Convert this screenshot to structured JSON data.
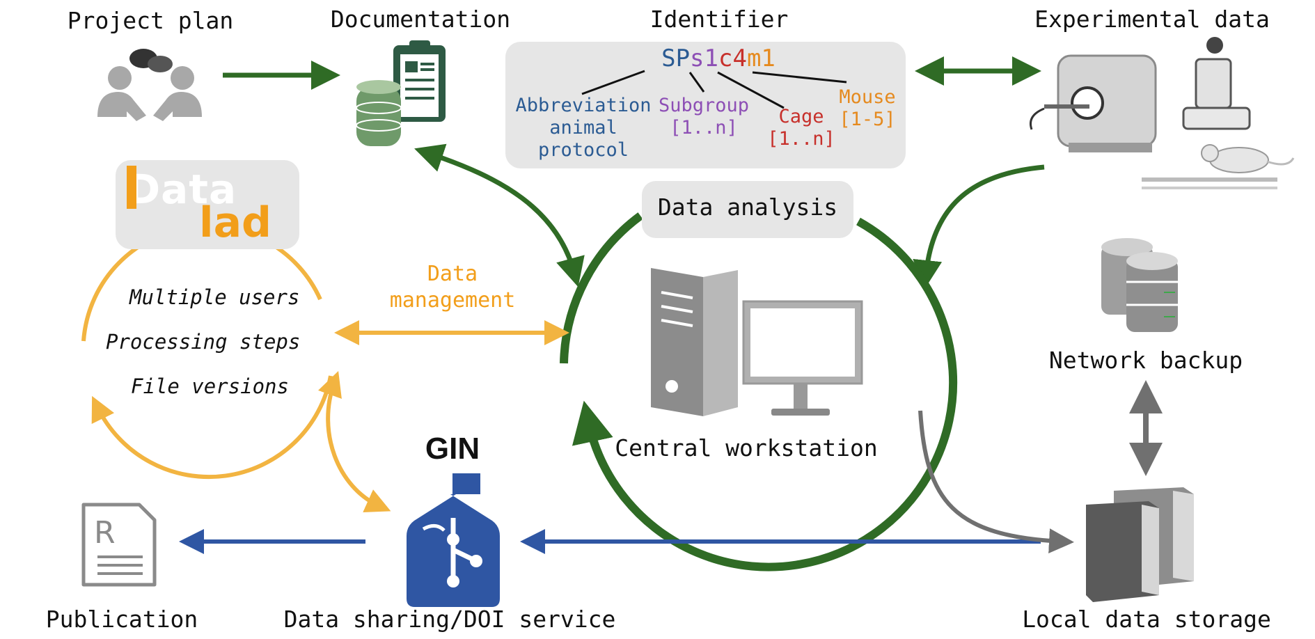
{
  "labels": {
    "project_plan": "Project plan",
    "documentation": "Documentation",
    "identifier": "Identifier",
    "experimental_data": "Experimental data",
    "data_analysis": "Data analysis",
    "data_management_line1": "Data",
    "data_management_line2": "management",
    "network_backup": "Network backup",
    "central_workstation": "Central workstation",
    "gin": "GIN",
    "publication": "Publication",
    "data_sharing": "Data sharing/DOI service",
    "local_data_storage": "Local data storage"
  },
  "datalad": {
    "logo_word_top": "Data",
    "logo_word_bottom": "lad",
    "items": [
      "Multiple users",
      "Processing steps",
      "File versions"
    ]
  },
  "identifier": {
    "code_parts": [
      {
        "text": "SP",
        "color": "#2b5b93"
      },
      {
        "text": "s1",
        "color": "#8d4fb5"
      },
      {
        "text": "c4",
        "color": "#c7302b"
      },
      {
        "text": "m1",
        "color": "#e58a1f"
      }
    ],
    "parts": {
      "abbreviation": {
        "lines": [
          "Abbreviation",
          "animal",
          "protocol"
        ],
        "color": "#2b5b93"
      },
      "subgroup": {
        "lines": [
          "Subgroup",
          "[1..n]"
        ],
        "color": "#8d4fb5"
      },
      "cage": {
        "lines": [
          "Cage",
          "[1..n]"
        ],
        "color": "#c7302b"
      },
      "mouse": {
        "lines": [
          "Mouse",
          "[1-5]"
        ],
        "color": "#e58a1f"
      }
    }
  },
  "icons": {
    "project_plan": "people-talking-icon",
    "documentation": "clipboard-database-icon",
    "experimental_data": "mri-microscope-mouse-icon",
    "network_backup": "database-stack-icon",
    "central_workstation": "desktop-computer-icon",
    "gin": "gin-bottle-icon",
    "publication": "prescription-document-icon",
    "local_data_storage": "storage-drives-icon"
  },
  "colors": {
    "green": "#2f6b25",
    "orange": "#f2b441",
    "blue": "#2f56a3",
    "gray": "#707070",
    "panel": "#e6e6e6",
    "datalad_orange": "#f29e1a"
  }
}
